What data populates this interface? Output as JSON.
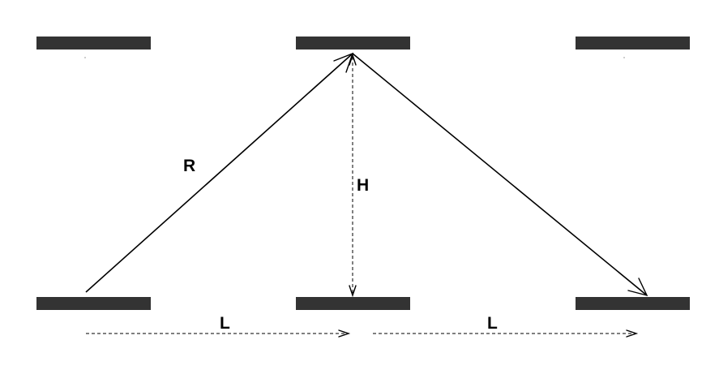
{
  "diagram": {
    "labels": {
      "r": "R",
      "h": "H",
      "l_left": "L",
      "l_right": "L"
    },
    "colors": {
      "plate": "#333333",
      "line": "#000000",
      "background": "#ffffff"
    }
  }
}
